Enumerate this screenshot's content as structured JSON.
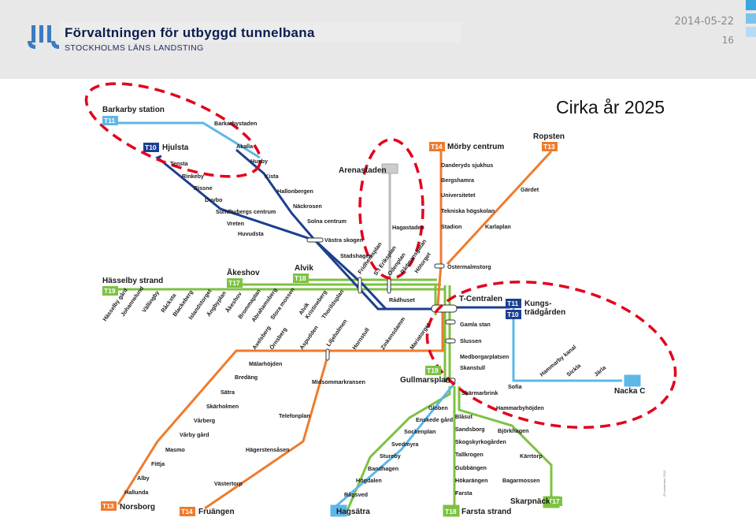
{
  "header": {
    "title": "Förvaltningen för utbyggd tunnelbana",
    "subtitle": "STOCKHOLMS LÄNS LANDSTING",
    "date": "2014-05-22",
    "page": "16"
  },
  "map": {
    "heading": "Cirka år 2025",
    "footnote": "20 november 2013",
    "colors": {
      "green": "#7dc242",
      "red": "#ef7b2d",
      "blue": "#1d3f8f",
      "light_blue": "#5db7e8",
      "grey": "#bbbbbb",
      "highlight": "#e3001b"
    },
    "line_badges": {
      "T10": "T10",
      "T11a": "T11",
      "T11b": "T11",
      "T13a": "T13",
      "T13b": "T13",
      "T14a": "T14",
      "T14b": "T14",
      "T17a": "T17",
      "T17b": "T17",
      "T18a": "T18",
      "T18b": "T18",
      "T19a": "T19",
      "T19b": "T19"
    },
    "terminals": {
      "barkarby_station": "Barkarby station",
      "hjulsta": "Hjulsta",
      "morby_centrum": "Mörby centrum",
      "ropsten": "Ropsten",
      "akeshov": "Åkeshov",
      "alvik": "Alvik",
      "hasselby_strand": "Hässelby strand",
      "kungstradgarden": "Kungs-\nträdgården",
      "arenastaden": "Arenastaden",
      "t_centralen": "T-Centralen",
      "nacka_c": "Nacka C",
      "gullmarsplan": "Gullmarsplan",
      "norsborg": "Norsborg",
      "fruangen": "Fruängen",
      "hagsatra": "Hagsätra",
      "farsta_strand": "Farsta strand",
      "skarpnack": "Skarpnäck"
    },
    "stations": {
      "barkarbystaden": "Barkarbystaden",
      "akalla": "Akalla",
      "husby": "Husby",
      "kista": "Kista",
      "tensta": "Tensta",
      "rinkeby": "Rinkeby",
      "rissne": "Rissne",
      "hallonbergen": "Hallonbergen",
      "duvbo": "Duvbo",
      "nackrosen": "Näckrosen",
      "sundbybergs_centrum": "Sundbybergs centrum",
      "vreten": "Vreten",
      "solna_centrum": "Solna centrum",
      "huvudsta": "Huvudsta",
      "vastra_skogen": "Västra skogen",
      "stadshagen": "Stadshagen",
      "hagastaden": "Hagastaden",
      "fridhemsplan": "Fridhemsplan",
      "st_eriksplan": "S:t Eriksplan",
      "odenplan": "Odenplan",
      "radmansgatan": "Rådmansgatan",
      "hotorget": "Hötorget",
      "radhuset": "Rådhuset",
      "danderyds_sjukhus": "Danderyds sjukhus",
      "bergshamra": "Bergshamra",
      "universitetet": "Universitetet",
      "tekniska_hogskolan": "Tekniska högskolan",
      "stadion": "Stadion",
      "ostermalmstorg": "Östermalmstorg",
      "gardet": "Gärdet",
      "karlaplan": "Karlaplan",
      "hasselby_gard": "Hässelby gård",
      "johannelund": "Johannelund",
      "vallingby": "Vällingby",
      "racksta": "Råcksta",
      "blackeberg": "Blackeberg",
      "islandstorget": "Islandstorget",
      "angbyplan": "Ängbyplan",
      "akeshov_s": "Åkeshov",
      "brommaplan": "Brommaplan",
      "abrahamsberg": "Abrahamsberg",
      "stora_mossen": "Stora mossen",
      "alvik_s": "Alvik",
      "kristineberg": "Kristineberg",
      "thorildsplan": "Thorildsplan",
      "axelsberg": "Axelsberg",
      "ornsberg": "Örnsberg",
      "aspudden": "Aspudden",
      "liljeholmen": "Liljeholmen",
      "hornstull": "Hornstull",
      "zinkensdamm": "Zinkensdamm",
      "mariatorget": "Mariatorget",
      "gamla_stan": "Gamla stan",
      "slussen": "Slussen",
      "medborgarplatsen": "Medborgarplatsen",
      "skanstull": "Skanstull",
      "sofia": "Sofia",
      "hammarby_kanal": "Hammarby kanal",
      "sickla": "Sickla",
      "jarla": "Järla",
      "malarhojden": "Mälarhöjden",
      "bredang": "Bredäng",
      "satra": "Sätra",
      "skarholmen": "Skärholmen",
      "varberg": "Vårberg",
      "varby_gard": "Vårby gård",
      "masmo": "Masmo",
      "fittja": "Fittja",
      "alby": "Alby",
      "hallunda": "Hallunda",
      "midsommarkransen": "Midsommarkransen",
      "telefonplan": "Telefonplan",
      "hagerstensasen": "Hägerstensåsen",
      "vastertorp": "Västertorp",
      "skarmarbrink": "Skärmarbrink",
      "hammarbyhojden": "Hammarbyhöjden",
      "globen": "Globen",
      "enskede_gard": "Enskede gård",
      "blasut": "Blåsut",
      "sandsborg": "Sandsborg",
      "bjorkhagen": "Björkhagen",
      "sockenplan": "Sockenplan",
      "skogskyrkogarden": "Skogskyrkogården",
      "svedmyra": "Svedmyra",
      "tallkrogen": "Tallkrogen",
      "karrtorp": "Kärrtorp",
      "stureby": "Stureby",
      "gubbangen": "Gubbängen",
      "bandhagen": "Bandhagen",
      "hokarangen": "Hökarängen",
      "bagarmossen": "Bagarmossen",
      "hogdalen": "Högdalen",
      "farsta": "Farsta",
      "ragsved": "Rågsved"
    }
  }
}
